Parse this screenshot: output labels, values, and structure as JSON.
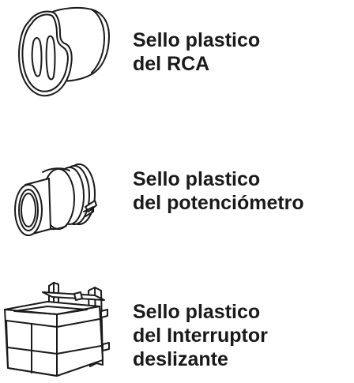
{
  "parts": [
    {
      "id": "rca",
      "icon": "rca-plastic-seal-icon",
      "label_lines": [
        "Sello plastico",
        "del RCA"
      ]
    },
    {
      "id": "potentiometer",
      "icon": "potentiometer-plastic-seal-icon",
      "label_lines": [
        "Sello plastico",
        "del potenciómetro"
      ]
    },
    {
      "id": "slide-switch",
      "icon": "slide-switch-plastic-seal-icon",
      "label_lines": [
        "Sello plastico",
        "del Interruptor",
        "deslizante"
      ]
    }
  ],
  "colors": {
    "line": "#1a1a1a",
    "background": "#ffffff"
  }
}
